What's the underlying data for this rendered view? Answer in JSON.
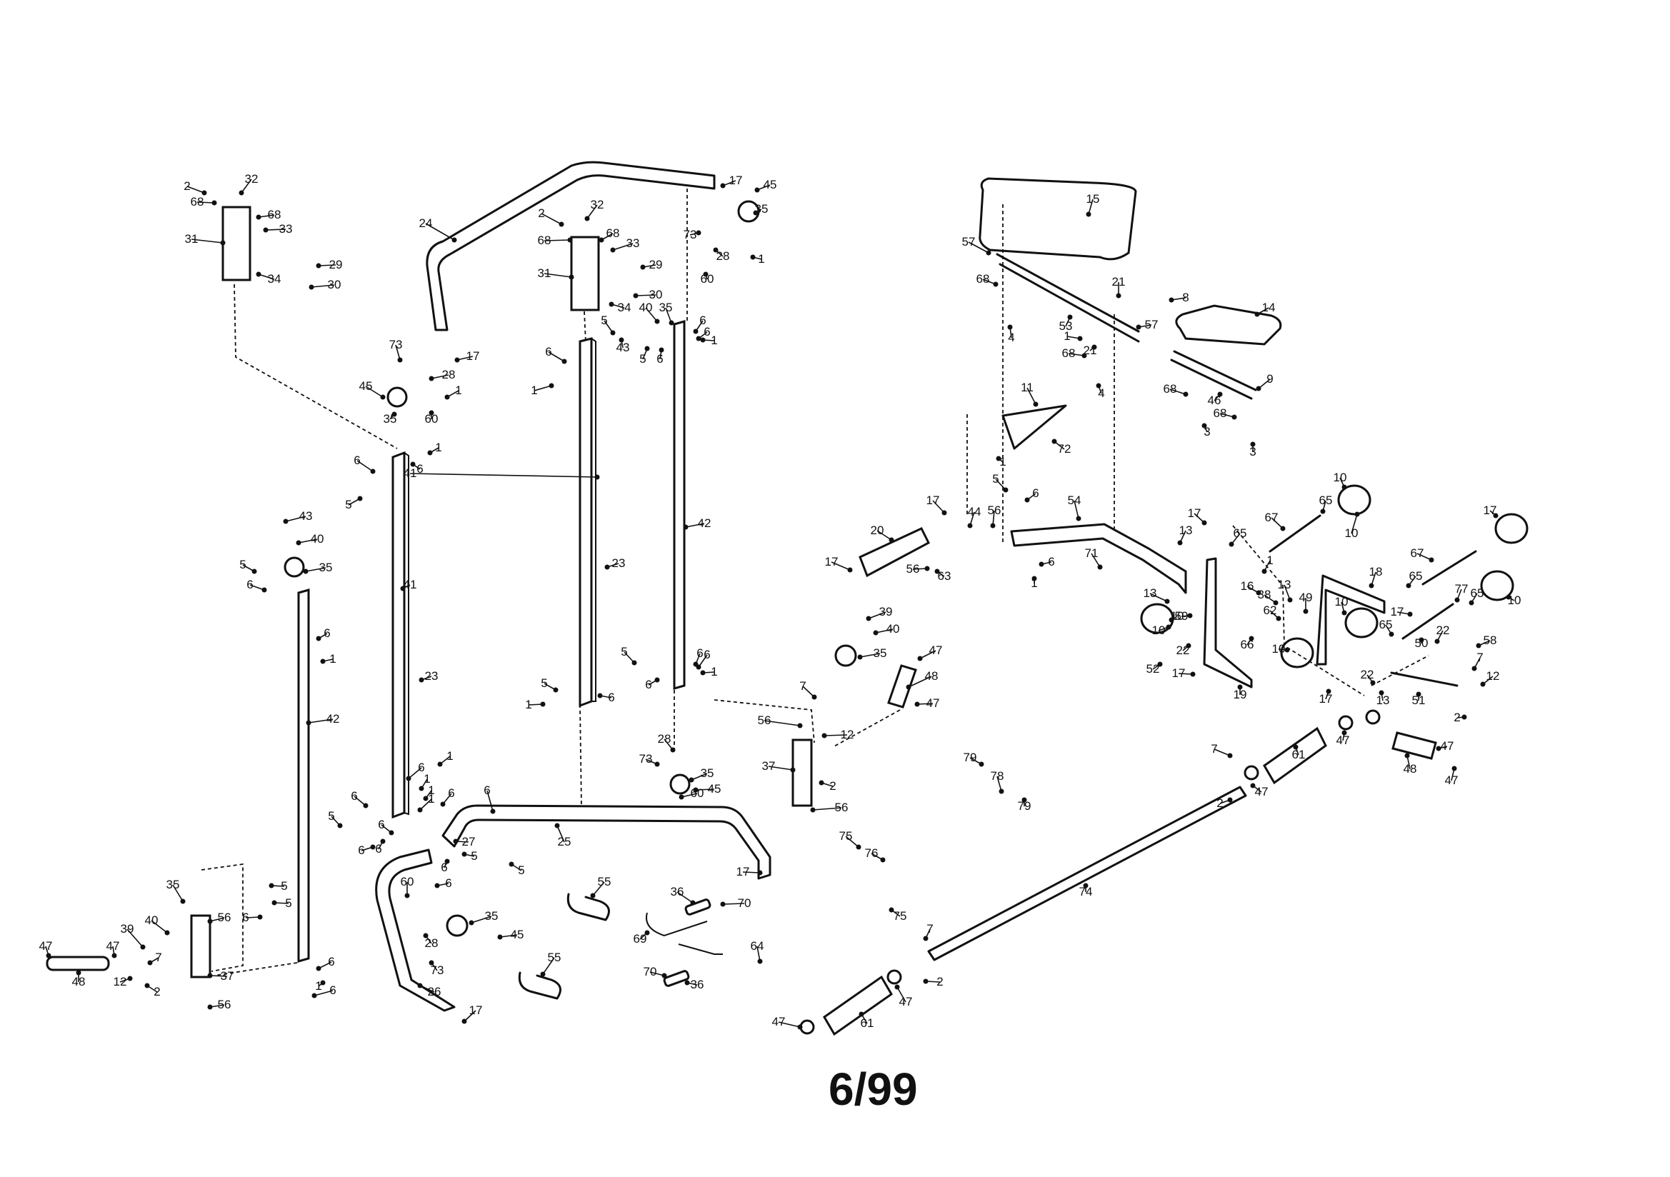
{
  "page_number": "6/99",
  "callouts": [
    {
      "id": "c1",
      "label": "2"
    },
    {
      "id": "c2",
      "label": "32"
    },
    {
      "id": "c3",
      "label": "68"
    },
    {
      "id": "c4",
      "label": "68"
    },
    {
      "id": "c5",
      "label": "33"
    },
    {
      "id": "c6",
      "label": "31"
    },
    {
      "id": "c7",
      "label": "29"
    },
    {
      "id": "c8",
      "label": "34"
    },
    {
      "id": "c9",
      "label": "30"
    },
    {
      "id": "c10",
      "label": "24"
    },
    {
      "id": "c11",
      "label": "17"
    },
    {
      "id": "c12",
      "label": "45"
    },
    {
      "id": "c13",
      "label": "35"
    },
    {
      "id": "c14",
      "label": "73"
    },
    {
      "id": "c15",
      "label": "28"
    },
    {
      "id": "c16",
      "label": "1"
    },
    {
      "id": "c17",
      "label": "60"
    },
    {
      "id": "c18",
      "label": "2"
    },
    {
      "id": "c19",
      "label": "32"
    },
    {
      "id": "c20",
      "label": "68"
    },
    {
      "id": "c21",
      "label": "68"
    },
    {
      "id": "c22",
      "label": "33"
    },
    {
      "id": "c23",
      "label": "31"
    },
    {
      "id": "c24",
      "label": "29"
    },
    {
      "id": "c25",
      "label": "30"
    },
    {
      "id": "c26",
      "label": "34"
    },
    {
      "id": "c27",
      "label": "40"
    },
    {
      "id": "c28",
      "label": "35"
    },
    {
      "id": "c29",
      "label": "5"
    },
    {
      "id": "c30",
      "label": "43"
    },
    {
      "id": "c31",
      "label": "5"
    },
    {
      "id": "c32",
      "label": "6"
    },
    {
      "id": "c33",
      "label": "6"
    },
    {
      "id": "c34",
      "label": "1"
    },
    {
      "id": "c35",
      "label": "6"
    },
    {
      "id": "c36",
      "label": "6"
    },
    {
      "id": "c37",
      "label": "1"
    },
    {
      "id": "c38",
      "label": "73"
    },
    {
      "id": "c39",
      "label": "17"
    },
    {
      "id": "c40",
      "label": "28"
    },
    {
      "id": "c41",
      "label": "45"
    },
    {
      "id": "c42",
      "label": "1"
    },
    {
      "id": "c43",
      "label": "35"
    },
    {
      "id": "c44",
      "label": "60"
    },
    {
      "id": "c45",
      "label": "1"
    },
    {
      "id": "c46",
      "label": "6"
    },
    {
      "id": "c47",
      "label": "6"
    },
    {
      "id": "c48",
      "label": "5"
    },
    {
      "id": "c49",
      "label": "41"
    },
    {
      "id": "c50",
      "label": "41"
    },
    {
      "id": "c51",
      "label": "42"
    },
    {
      "id": "c52",
      "label": "42"
    },
    {
      "id": "c53",
      "label": "23"
    },
    {
      "id": "c54",
      "label": "23"
    },
    {
      "id": "c55",
      "label": "43"
    },
    {
      "id": "c56",
      "label": "40"
    },
    {
      "id": "c57",
      "label": "35"
    },
    {
      "id": "c58",
      "label": "5"
    },
    {
      "id": "c59",
      "label": "6"
    },
    {
      "id": "c60",
      "label": "6"
    },
    {
      "id": "c61",
      "label": "1"
    },
    {
      "id": "c62",
      "label": "5"
    },
    {
      "id": "c63",
      "label": "6"
    },
    {
      "id": "c64",
      "label": "6"
    },
    {
      "id": "c65",
      "label": "1"
    },
    {
      "id": "c66",
      "label": "5"
    },
    {
      "id": "c67",
      "label": "6"
    },
    {
      "id": "c68",
      "label": "6"
    },
    {
      "id": "c69",
      "label": "1"
    },
    {
      "id": "c70",
      "label": "6"
    },
    {
      "id": "c71",
      "label": "6"
    },
    {
      "id": "c72",
      "label": "1"
    },
    {
      "id": "c73",
      "label": "6"
    },
    {
      "id": "c74",
      "label": "5"
    },
    {
      "id": "c75",
      "label": "1"
    },
    {
      "id": "c76",
      "label": "6"
    },
    {
      "id": "c77",
      "label": "6"
    },
    {
      "id": "c78",
      "label": "1"
    },
    {
      "id": "c79",
      "label": "6"
    },
    {
      "id": "c80",
      "label": "6"
    },
    {
      "id": "c81",
      "label": "6"
    },
    {
      "id": "c82",
      "label": "27"
    },
    {
      "id": "c83",
      "label": "5"
    },
    {
      "id": "c84",
      "label": "5"
    },
    {
      "id": "c85",
      "label": "25"
    },
    {
      "id": "c86",
      "label": "6"
    },
    {
      "id": "c87",
      "label": "60"
    },
    {
      "id": "c88",
      "label": "28"
    },
    {
      "id": "c89",
      "label": "73"
    },
    {
      "id": "c90",
      "label": "1"
    },
    {
      "id": "c91",
      "label": "35"
    },
    {
      "id": "c92",
      "label": "45"
    },
    {
      "id": "c93",
      "label": "60"
    },
    {
      "id": "c94",
      "label": "35"
    },
    {
      "id": "c95",
      "label": "45"
    },
    {
      "id": "c96",
      "label": "28"
    },
    {
      "id": "c97",
      "label": "73"
    },
    {
      "id": "c98",
      "label": "26"
    },
    {
      "id": "c99",
      "label": "17"
    },
    {
      "id": "c100",
      "label": "17"
    },
    {
      "id": "c101",
      "label": "5"
    },
    {
      "id": "c102",
      "label": "5"
    },
    {
      "id": "c103",
      "label": "6"
    },
    {
      "id": "c104",
      "label": "6"
    },
    {
      "id": "c105",
      "label": "6"
    },
    {
      "id": "c106",
      "label": "1"
    },
    {
      "id": "c107",
      "label": "56"
    },
    {
      "id": "c108",
      "label": "56"
    },
    {
      "id": "c109",
      "label": "35"
    },
    {
      "id": "c110",
      "label": "40"
    },
    {
      "id": "c111",
      "label": "39"
    },
    {
      "id": "c112",
      "label": "7"
    },
    {
      "id": "c113",
      "label": "37"
    },
    {
      "id": "c114",
      "label": "47"
    },
    {
      "id": "c115",
      "label": "47"
    },
    {
      "id": "c116",
      "label": "48"
    },
    {
      "id": "c117",
      "label": "12"
    },
    {
      "id": "c118",
      "label": "2"
    },
    {
      "id": "c119",
      "label": "55"
    },
    {
      "id": "c120",
      "label": "55"
    },
    {
      "id": "c121",
      "label": "36"
    },
    {
      "id": "c122",
      "label": "70"
    },
    {
      "id": "c123",
      "label": "69"
    },
    {
      "id": "c124",
      "label": "70"
    },
    {
      "id": "c125",
      "label": "36"
    },
    {
      "id": "c126",
      "label": "64"
    },
    {
      "id": "c127",
      "label": "39"
    },
    {
      "id": "c128",
      "label": "40"
    },
    {
      "id": "c129",
      "label": "35"
    },
    {
      "id": "c130",
      "label": "47"
    },
    {
      "id": "c131",
      "label": "48"
    },
    {
      "id": "c132",
      "label": "47"
    },
    {
      "id": "c133",
      "label": "7"
    },
    {
      "id": "c134",
      "label": "56"
    },
    {
      "id": "c135",
      "label": "12"
    },
    {
      "id": "c136",
      "label": "37"
    },
    {
      "id": "c137",
      "label": "2"
    },
    {
      "id": "c138",
      "label": "56"
    },
    {
      "id": "c139",
      "label": "79"
    },
    {
      "id": "c140",
      "label": "78"
    },
    {
      "id": "c141",
      "label": "79"
    },
    {
      "id": "c142",
      "label": "75"
    },
    {
      "id": "c143",
      "label": "76"
    },
    {
      "id": "c144",
      "label": "75"
    },
    {
      "id": "c145",
      "label": "74"
    },
    {
      "id": "c146",
      "label": "7"
    },
    {
      "id": "c147",
      "label": "2"
    },
    {
      "id": "c148",
      "label": "47"
    },
    {
      "id": "c149",
      "label": "61"
    },
    {
      "id": "c150",
      "label": "47"
    },
    {
      "id": "c151",
      "label": "47"
    },
    {
      "id": "c152",
      "label": "48"
    },
    {
      "id": "c153",
      "label": "47"
    },
    {
      "id": "c154",
      "label": "7"
    },
    {
      "id": "c155",
      "label": "2"
    },
    {
      "id": "c156",
      "label": "47"
    },
    {
      "id": "c157",
      "label": "47"
    },
    {
      "id": "c158",
      "label": "61"
    },
    {
      "id": "c159",
      "label": "15"
    },
    {
      "id": "c160",
      "label": "57"
    },
    {
      "id": "c161",
      "label": "68"
    },
    {
      "id": "c162",
      "label": "4"
    },
    {
      "id": "c163",
      "label": "53"
    },
    {
      "id": "c164",
      "label": "21"
    },
    {
      "id": "c165",
      "label": "8"
    },
    {
      "id": "c166",
      "label": "57"
    },
    {
      "id": "c167",
      "label": "1"
    },
    {
      "id": "c168",
      "label": "21"
    },
    {
      "id": "c169",
      "label": "68"
    },
    {
      "id": "c170",
      "label": "4"
    },
    {
      "id": "c171",
      "label": "14"
    },
    {
      "id": "c172",
      "label": "9"
    },
    {
      "id": "c173",
      "label": "68"
    },
    {
      "id": "c174",
      "label": "46"
    },
    {
      "id": "c175",
      "label": "68"
    },
    {
      "id": "c176",
      "label": "3"
    },
    {
      "id": "c177",
      "label": "3"
    },
    {
      "id": "c178",
      "label": "11"
    },
    {
      "id": "c179",
      "label": "72"
    },
    {
      "id": "c180",
      "label": "1"
    },
    {
      "id": "c181",
      "label": "5"
    },
    {
      "id": "c182",
      "label": "6"
    },
    {
      "id": "c183",
      "label": "17"
    },
    {
      "id": "c184",
      "label": "44"
    },
    {
      "id": "c185",
      "label": "56"
    },
    {
      "id": "c186",
      "label": "54"
    },
    {
      "id": "c187",
      "label": "20"
    },
    {
      "id": "c188",
      "label": "17"
    },
    {
      "id": "c189",
      "label": "56"
    },
    {
      "id": "c190",
      "label": "63"
    },
    {
      "id": "c191",
      "label": "6"
    },
    {
      "id": "c192",
      "label": "1"
    },
    {
      "id": "c193",
      "label": "71"
    },
    {
      "id": "c194",
      "label": "17"
    },
    {
      "id": "c195",
      "label": "13"
    },
    {
      "id": "c196",
      "label": "13"
    },
    {
      "id": "c197",
      "label": "10"
    },
    {
      "id": "c198",
      "label": "65"
    },
    {
      "id": "c199",
      "label": "67"
    },
    {
      "id": "c200",
      "label": "10"
    },
    {
      "id": "c201",
      "label": "65"
    },
    {
      "id": "c202",
      "label": "67"
    },
    {
      "id": "c203",
      "label": "17"
    },
    {
      "id": "c204",
      "label": "18"
    },
    {
      "id": "c205",
      "label": "65"
    },
    {
      "id": "c206",
      "label": "10"
    },
    {
      "id": "c207",
      "label": "65"
    },
    {
      "id": "c208",
      "label": "1"
    },
    {
      "id": "c209",
      "label": "16"
    },
    {
      "id": "c210",
      "label": "38"
    },
    {
      "id": "c211",
      "label": "13"
    },
    {
      "id": "c212",
      "label": "49"
    },
    {
      "id": "c213",
      "label": "10"
    },
    {
      "id": "c214",
      "label": "62"
    },
    {
      "id": "c215",
      "label": "10"
    },
    {
      "id": "c216",
      "label": "59"
    },
    {
      "id": "c217",
      "label": "66"
    },
    {
      "id": "c218",
      "label": "22"
    },
    {
      "id": "c219",
      "label": "10"
    },
    {
      "id": "c220",
      "label": "17"
    },
    {
      "id": "c221",
      "label": "77"
    },
    {
      "id": "c222",
      "label": "65"
    },
    {
      "id": "c223",
      "label": "50"
    },
    {
      "id": "c224",
      "label": "22"
    },
    {
      "id": "c225",
      "label": "58"
    },
    {
      "id": "c226",
      "label": "52"
    },
    {
      "id": "c227",
      "label": "17"
    },
    {
      "id": "c228",
      "label": "19"
    },
    {
      "id": "c229",
      "label": "17"
    },
    {
      "id": "c230",
      "label": "22"
    },
    {
      "id": "c231",
      "label": "13"
    },
    {
      "id": "c232",
      "label": "51"
    },
    {
      "id": "c233",
      "label": "7"
    },
    {
      "id": "c234",
      "label": "12"
    },
    {
      "id": "c235",
      "label": "2"
    },
    {
      "id": "c236",
      "label": "10"
    }
  ]
}
